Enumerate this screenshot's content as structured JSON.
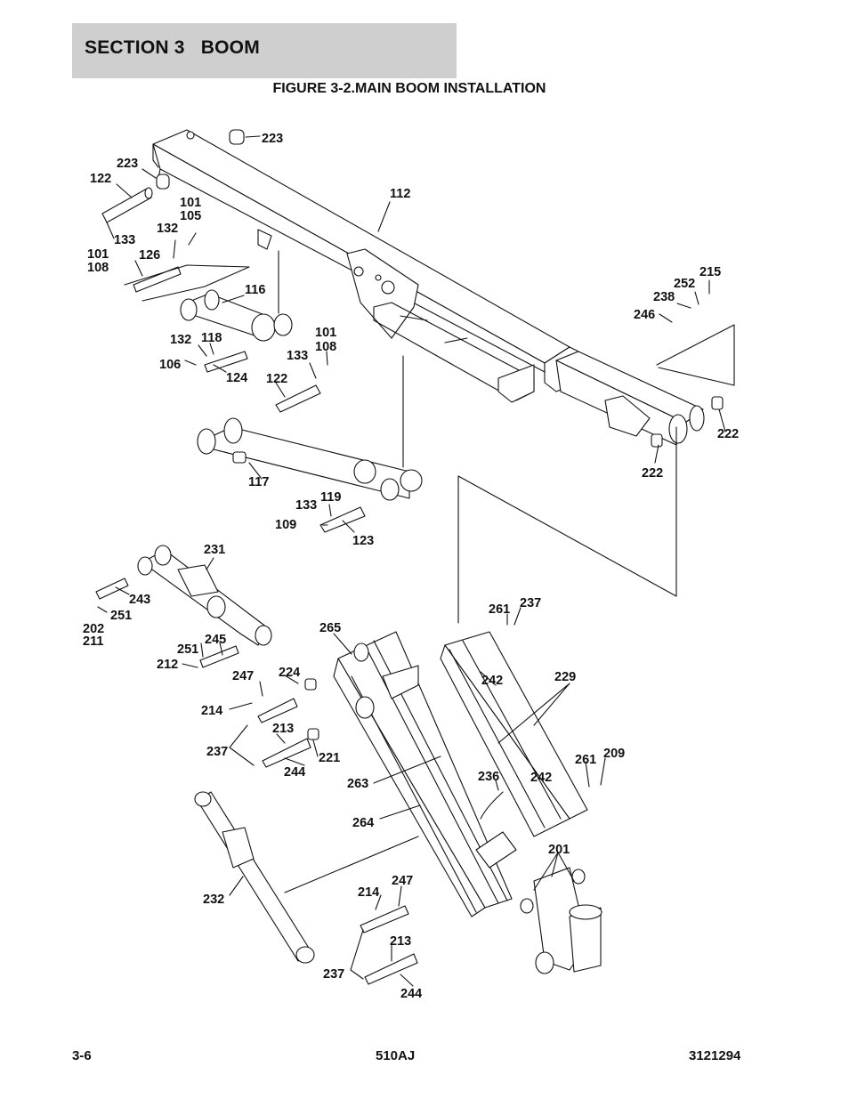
{
  "header": {
    "section": "SECTION 3   BOOM"
  },
  "figure": {
    "title": "FIGURE 3-2.MAIN BOOM INSTALLATION"
  },
  "callouts": [
    {
      "id": "c223a",
      "text": "223"
    },
    {
      "id": "c223b",
      "text": "223"
    },
    {
      "id": "c122a",
      "text": "122"
    },
    {
      "id": "c101a",
      "text": "101"
    },
    {
      "id": "c105",
      "text": "105"
    },
    {
      "id": "c112",
      "text": "112"
    },
    {
      "id": "c132a",
      "text": "132"
    },
    {
      "id": "c133a",
      "text": "133"
    },
    {
      "id": "c101b",
      "text": "101"
    },
    {
      "id": "c108a",
      "text": "108"
    },
    {
      "id": "c126",
      "text": "126"
    },
    {
      "id": "c116",
      "text": "116"
    },
    {
      "id": "c215",
      "text": "215"
    },
    {
      "id": "c252",
      "text": "252"
    },
    {
      "id": "c238",
      "text": "238"
    },
    {
      "id": "c246",
      "text": "246"
    },
    {
      "id": "c132b",
      "text": "132"
    },
    {
      "id": "c118",
      "text": "118"
    },
    {
      "id": "c101c",
      "text": "101"
    },
    {
      "id": "c108b",
      "text": "108"
    },
    {
      "id": "c106",
      "text": "106"
    },
    {
      "id": "c133b",
      "text": "133"
    },
    {
      "id": "c124",
      "text": "124"
    },
    {
      "id": "c122b",
      "text": "122"
    },
    {
      "id": "c222a",
      "text": "222"
    },
    {
      "id": "c222b",
      "text": "222"
    },
    {
      "id": "c117",
      "text": "117"
    },
    {
      "id": "c133c",
      "text": "133"
    },
    {
      "id": "c119",
      "text": "119"
    },
    {
      "id": "c109",
      "text": "109"
    },
    {
      "id": "c123",
      "text": "123"
    },
    {
      "id": "c231",
      "text": "231"
    },
    {
      "id": "c243",
      "text": "243"
    },
    {
      "id": "c251a",
      "text": "251"
    },
    {
      "id": "c202",
      "text": "202"
    },
    {
      "id": "c211",
      "text": "211"
    },
    {
      "id": "c261a",
      "text": "261"
    },
    {
      "id": "c237a",
      "text": "237"
    },
    {
      "id": "c265",
      "text": "265"
    },
    {
      "id": "c251b",
      "text": "251"
    },
    {
      "id": "c245",
      "text": "245"
    },
    {
      "id": "c212",
      "text": "212"
    },
    {
      "id": "c224",
      "text": "224"
    },
    {
      "id": "c247a",
      "text": "247"
    },
    {
      "id": "c242a",
      "text": "242"
    },
    {
      "id": "c229",
      "text": "229"
    },
    {
      "id": "c214a",
      "text": "214"
    },
    {
      "id": "c213a",
      "text": "213"
    },
    {
      "id": "c237b",
      "text": "237"
    },
    {
      "id": "c221",
      "text": "221"
    },
    {
      "id": "c244a",
      "text": "244"
    },
    {
      "id": "c261b",
      "text": "261"
    },
    {
      "id": "c209",
      "text": "209"
    },
    {
      "id": "c263",
      "text": "263"
    },
    {
      "id": "c236",
      "text": "236"
    },
    {
      "id": "c242b",
      "text": "242"
    },
    {
      "id": "c264",
      "text": "264"
    },
    {
      "id": "c201",
      "text": "201"
    },
    {
      "id": "c232",
      "text": "232"
    },
    {
      "id": "c214b",
      "text": "214"
    },
    {
      "id": "c247b",
      "text": "247"
    },
    {
      "id": "c213b",
      "text": "213"
    },
    {
      "id": "c237c",
      "text": "237"
    },
    {
      "id": "c244b",
      "text": "244"
    }
  ],
  "footer": {
    "page": "3-6",
    "model": "510AJ",
    "doc_number": "3121294"
  }
}
